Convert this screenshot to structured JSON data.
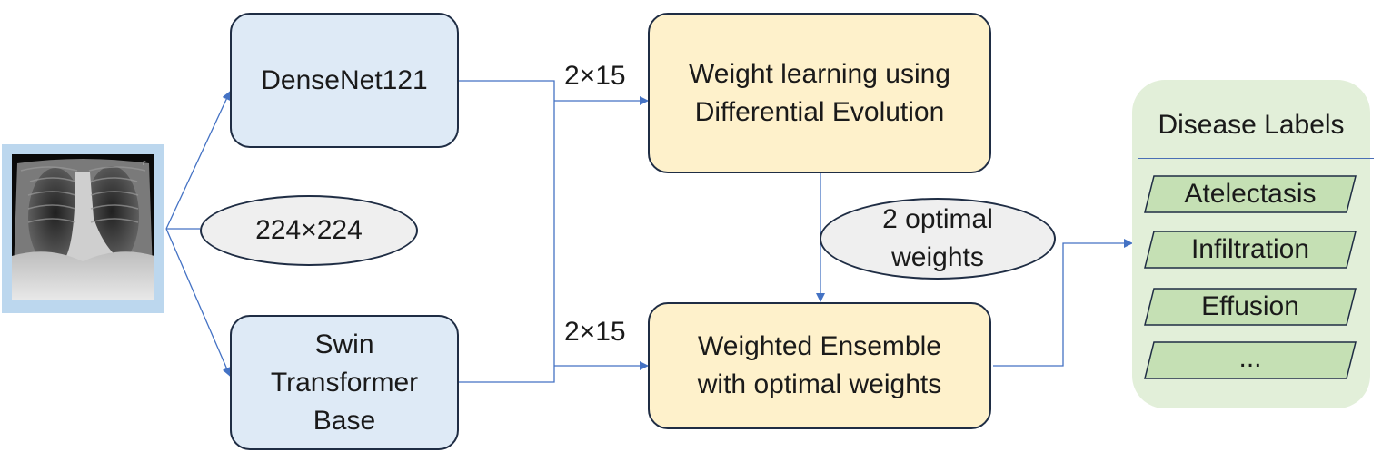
{
  "input": {
    "image_name": "chest-xray",
    "size_label": "224×224"
  },
  "models": {
    "densenet": "DenseNet121",
    "swin": "Swin\nTransformer\nBase"
  },
  "dims": {
    "top": "2×15",
    "bottom": "2×15"
  },
  "stages": {
    "weight_learning": "Weight learning using\nDifferential Evolution",
    "optimal_weights": "2 optimal\nweights",
    "ensemble": "Weighted Ensemble\nwith optimal weights"
  },
  "labels_panel": {
    "title": "Disease Labels",
    "items": [
      "Atelectasis",
      "Infiltration",
      "Effusion",
      "..."
    ]
  },
  "colors": {
    "arrow": "#4472c4",
    "model_fill": "#deeaf6",
    "stage_fill": "#fef1cb",
    "panel_fill": "#e2efd9",
    "label_fill": "#c5e0b4",
    "ellipse_fill": "#efefef"
  }
}
